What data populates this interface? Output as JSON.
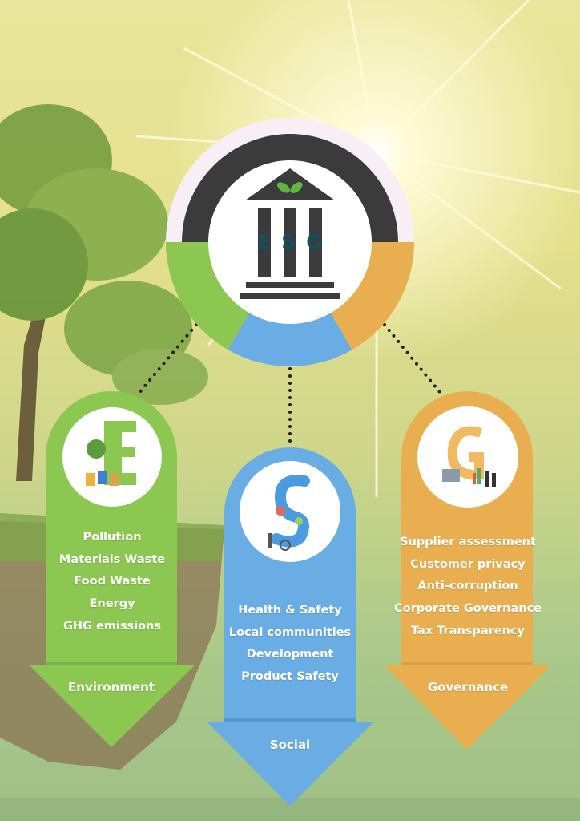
{
  "center": {
    "logo_text": "ESG",
    "icon": "bank-building-with-leaves-icon"
  },
  "colors": {
    "environment": "#8cc751",
    "social": "#6aade4",
    "governance": "#e8ae4f",
    "dark_ring": "#3b3b3b",
    "logo_text": "#14505c"
  },
  "pillars": [
    {
      "label": "Environment",
      "icon": "letter-e-recycling-icon",
      "items": [
        "Pollution",
        "Materials Waste",
        "Food Waste",
        "Energy",
        "GHG emissions"
      ]
    },
    {
      "label": "Social",
      "icon": "letter-s-people-icon",
      "items": [
        "Health & Safety",
        "Local communities",
        "Development",
        "Product Safety"
      ]
    },
    {
      "label": "Governance",
      "icon": "letter-g-business-icon",
      "items": [
        "Supplier assessment",
        "Customer privacy",
        "Anti-corruption",
        "Corporate Governance",
        "Tax Transparency"
      ]
    }
  ]
}
